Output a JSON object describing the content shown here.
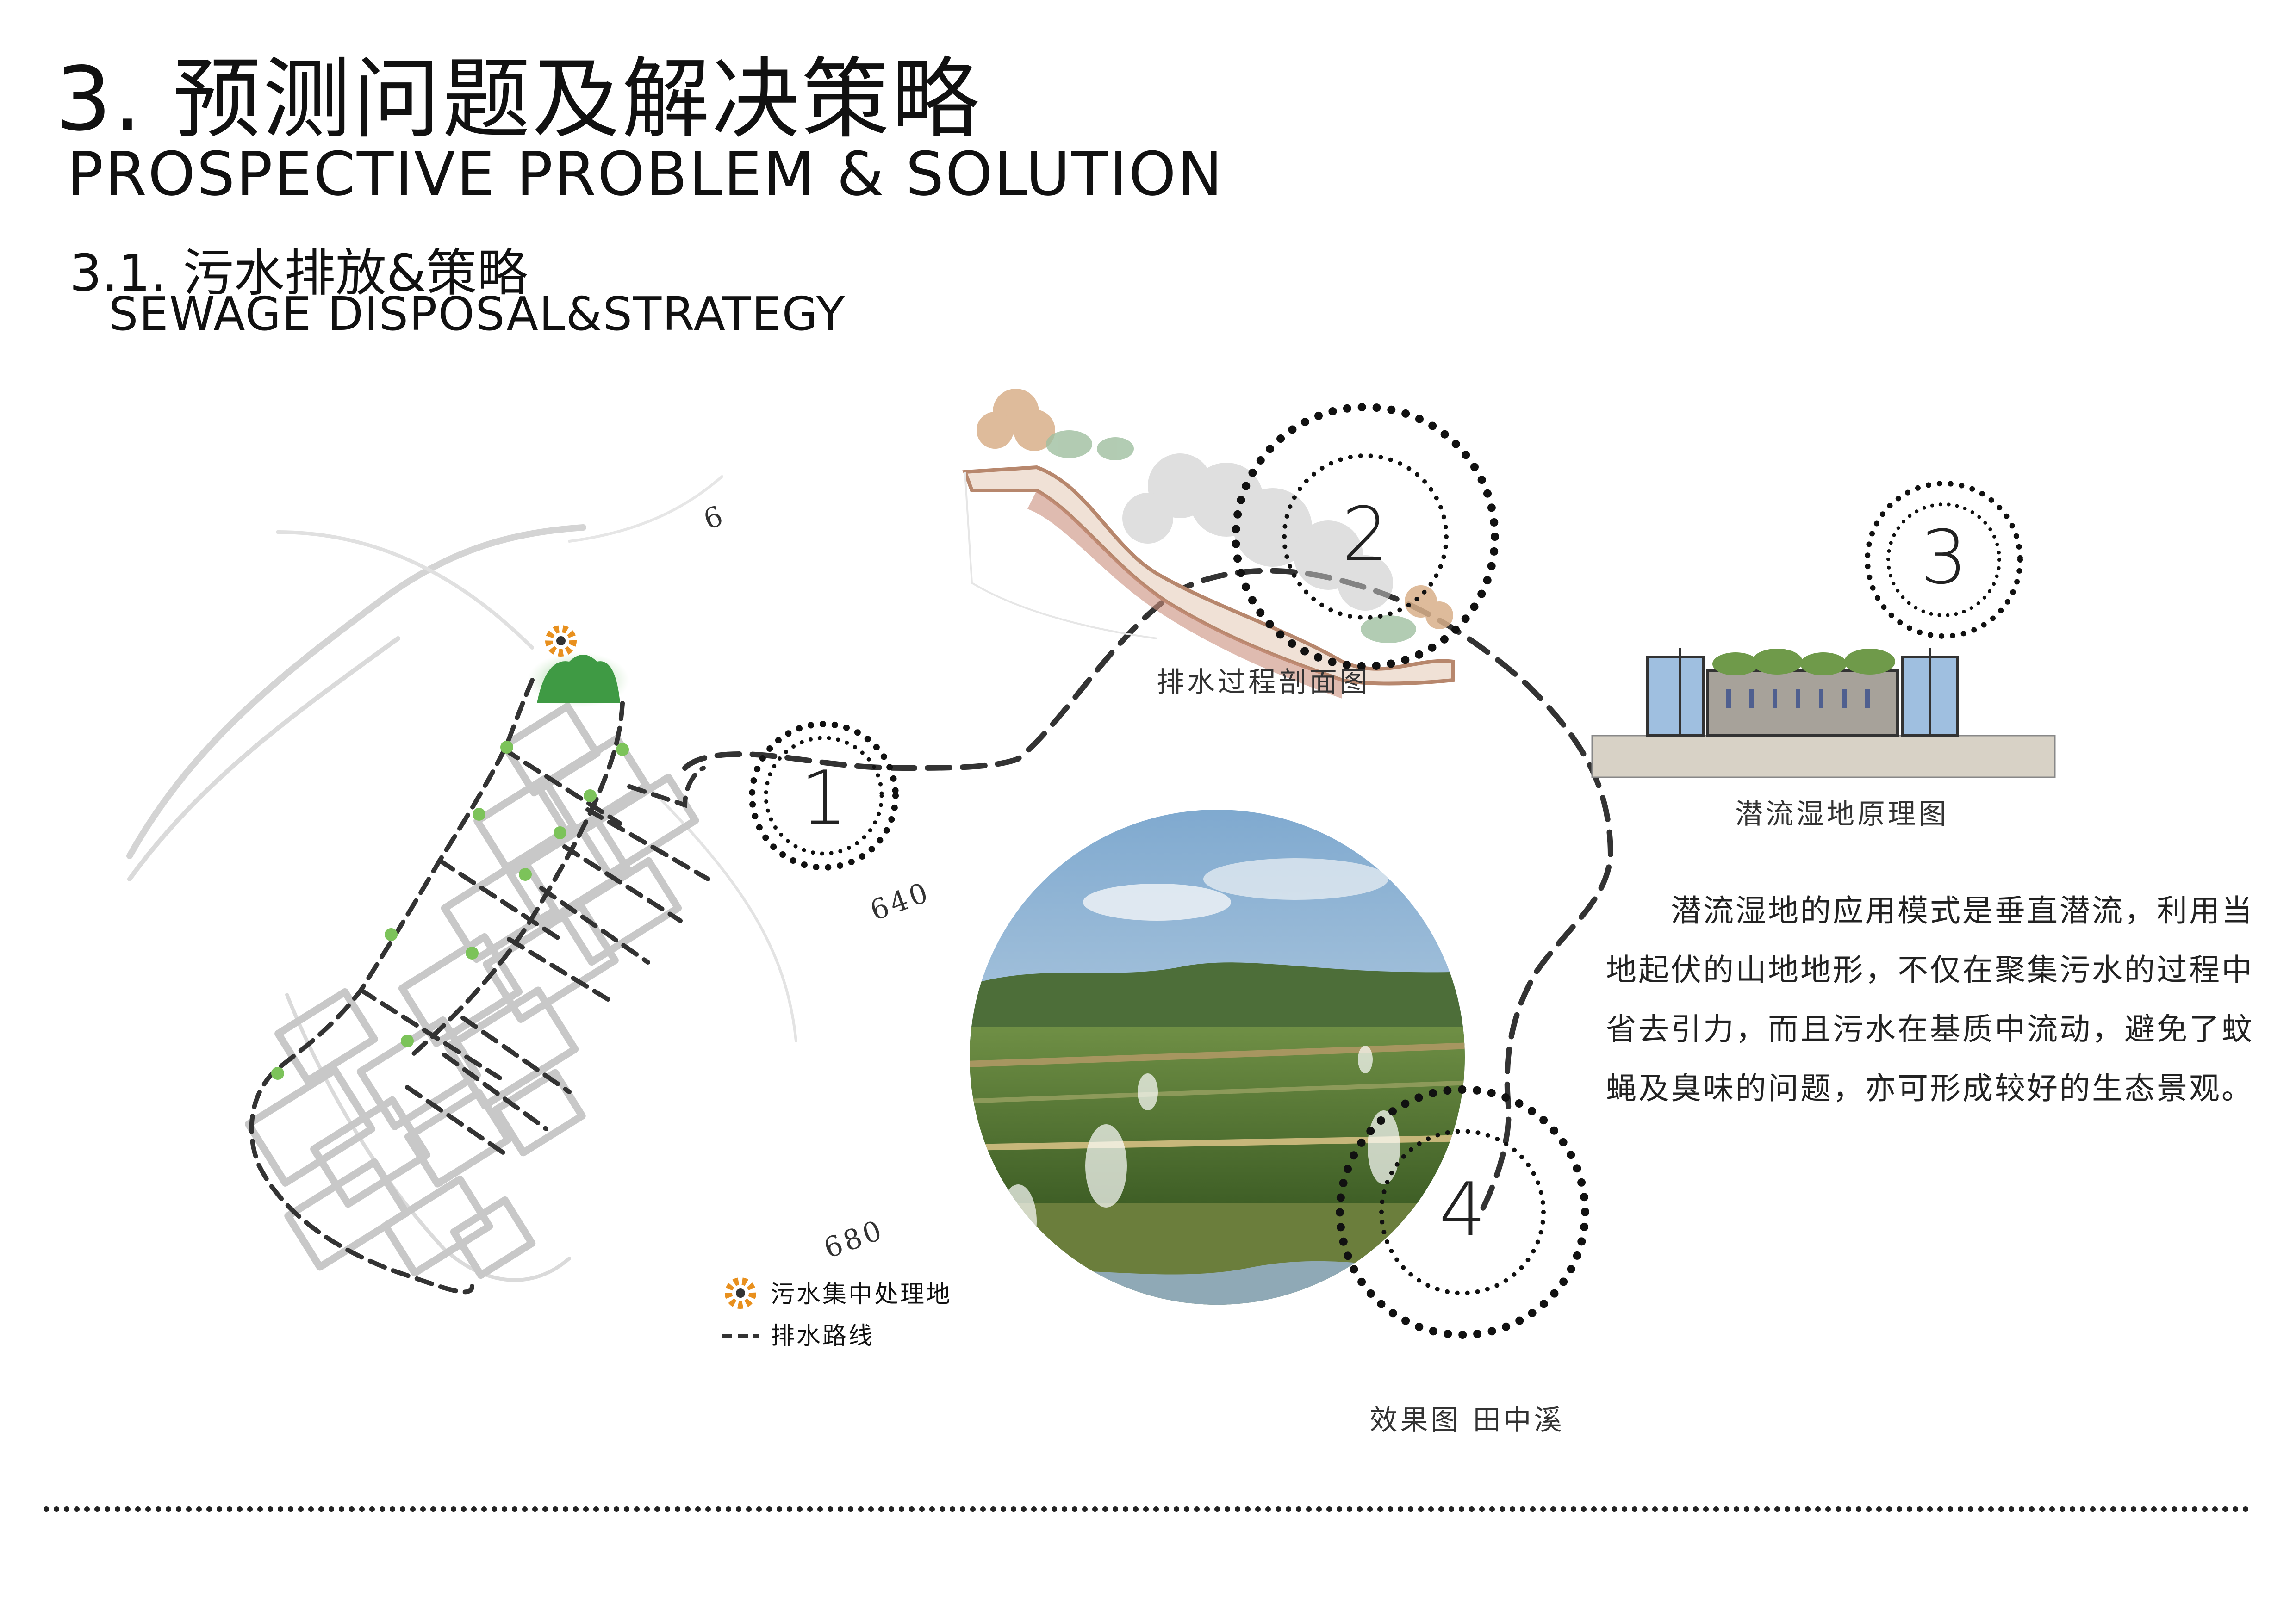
{
  "header": {
    "title_cn": "3. 预测问题及解决策略",
    "title_en": "PROSPECTIVE PROBLEM & SOLUTION",
    "sub_cn": "3.1. 污水排放&策略",
    "sub_en": "SEWAGE DISPOSAL&STRATEGY"
  },
  "markers": [
    "1",
    "2",
    "3",
    "4"
  ],
  "contours": [
    "640",
    "680",
    "6"
  ],
  "captions": {
    "section": "排水过程剖面图",
    "wetland": "潜流湿地原理图",
    "render": "效果图 田中溪"
  },
  "description": "潜流湿地的应用模式是垂直潜流，利用当地起伏的山地地形，不仅在聚集污水的过程中省去引力，而且污水在基质中流动，避免了蚊蝇及臭味的问题，亦可形成较好的生态景观。",
  "legend": {
    "treatment_site": "污水集中处理地",
    "drainage_route": "排水路线"
  },
  "colors": {
    "route": "#333333",
    "node_green": "#7cc35a",
    "site_orange": "#e8901e",
    "wetland_water": "#9fbfe0",
    "field_green": "#5f8a3a",
    "sky": "#9ec3df"
  }
}
